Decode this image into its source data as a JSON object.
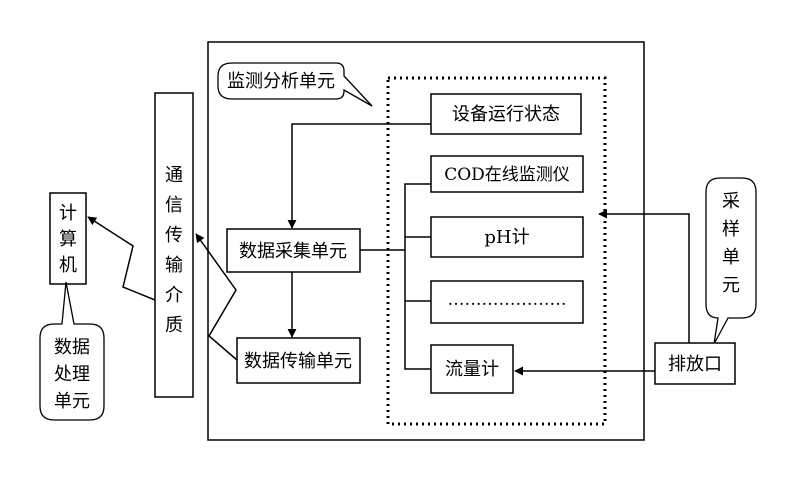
{
  "labels": {
    "monitoring_unit": "监测分析单元",
    "equipment_status": "设备运行状态",
    "cod_monitor": "COD在线监测仪",
    "ph_meter": "pH计",
    "ellipsis": "…………………",
    "flow_meter": "流量计",
    "data_acquisition": "数据采集单元",
    "data_transmission": "数据传输单元",
    "discharge_outlet": "排放口",
    "comm_medium": [
      "通",
      "信",
      "传",
      "输",
      "介",
      "质"
    ],
    "computer": [
      "计",
      "算",
      "机"
    ],
    "sampling_unit": [
      "采",
      "样",
      "单",
      "元"
    ],
    "data_processing_unit": [
      "数据",
      "处理",
      "单元"
    ]
  }
}
